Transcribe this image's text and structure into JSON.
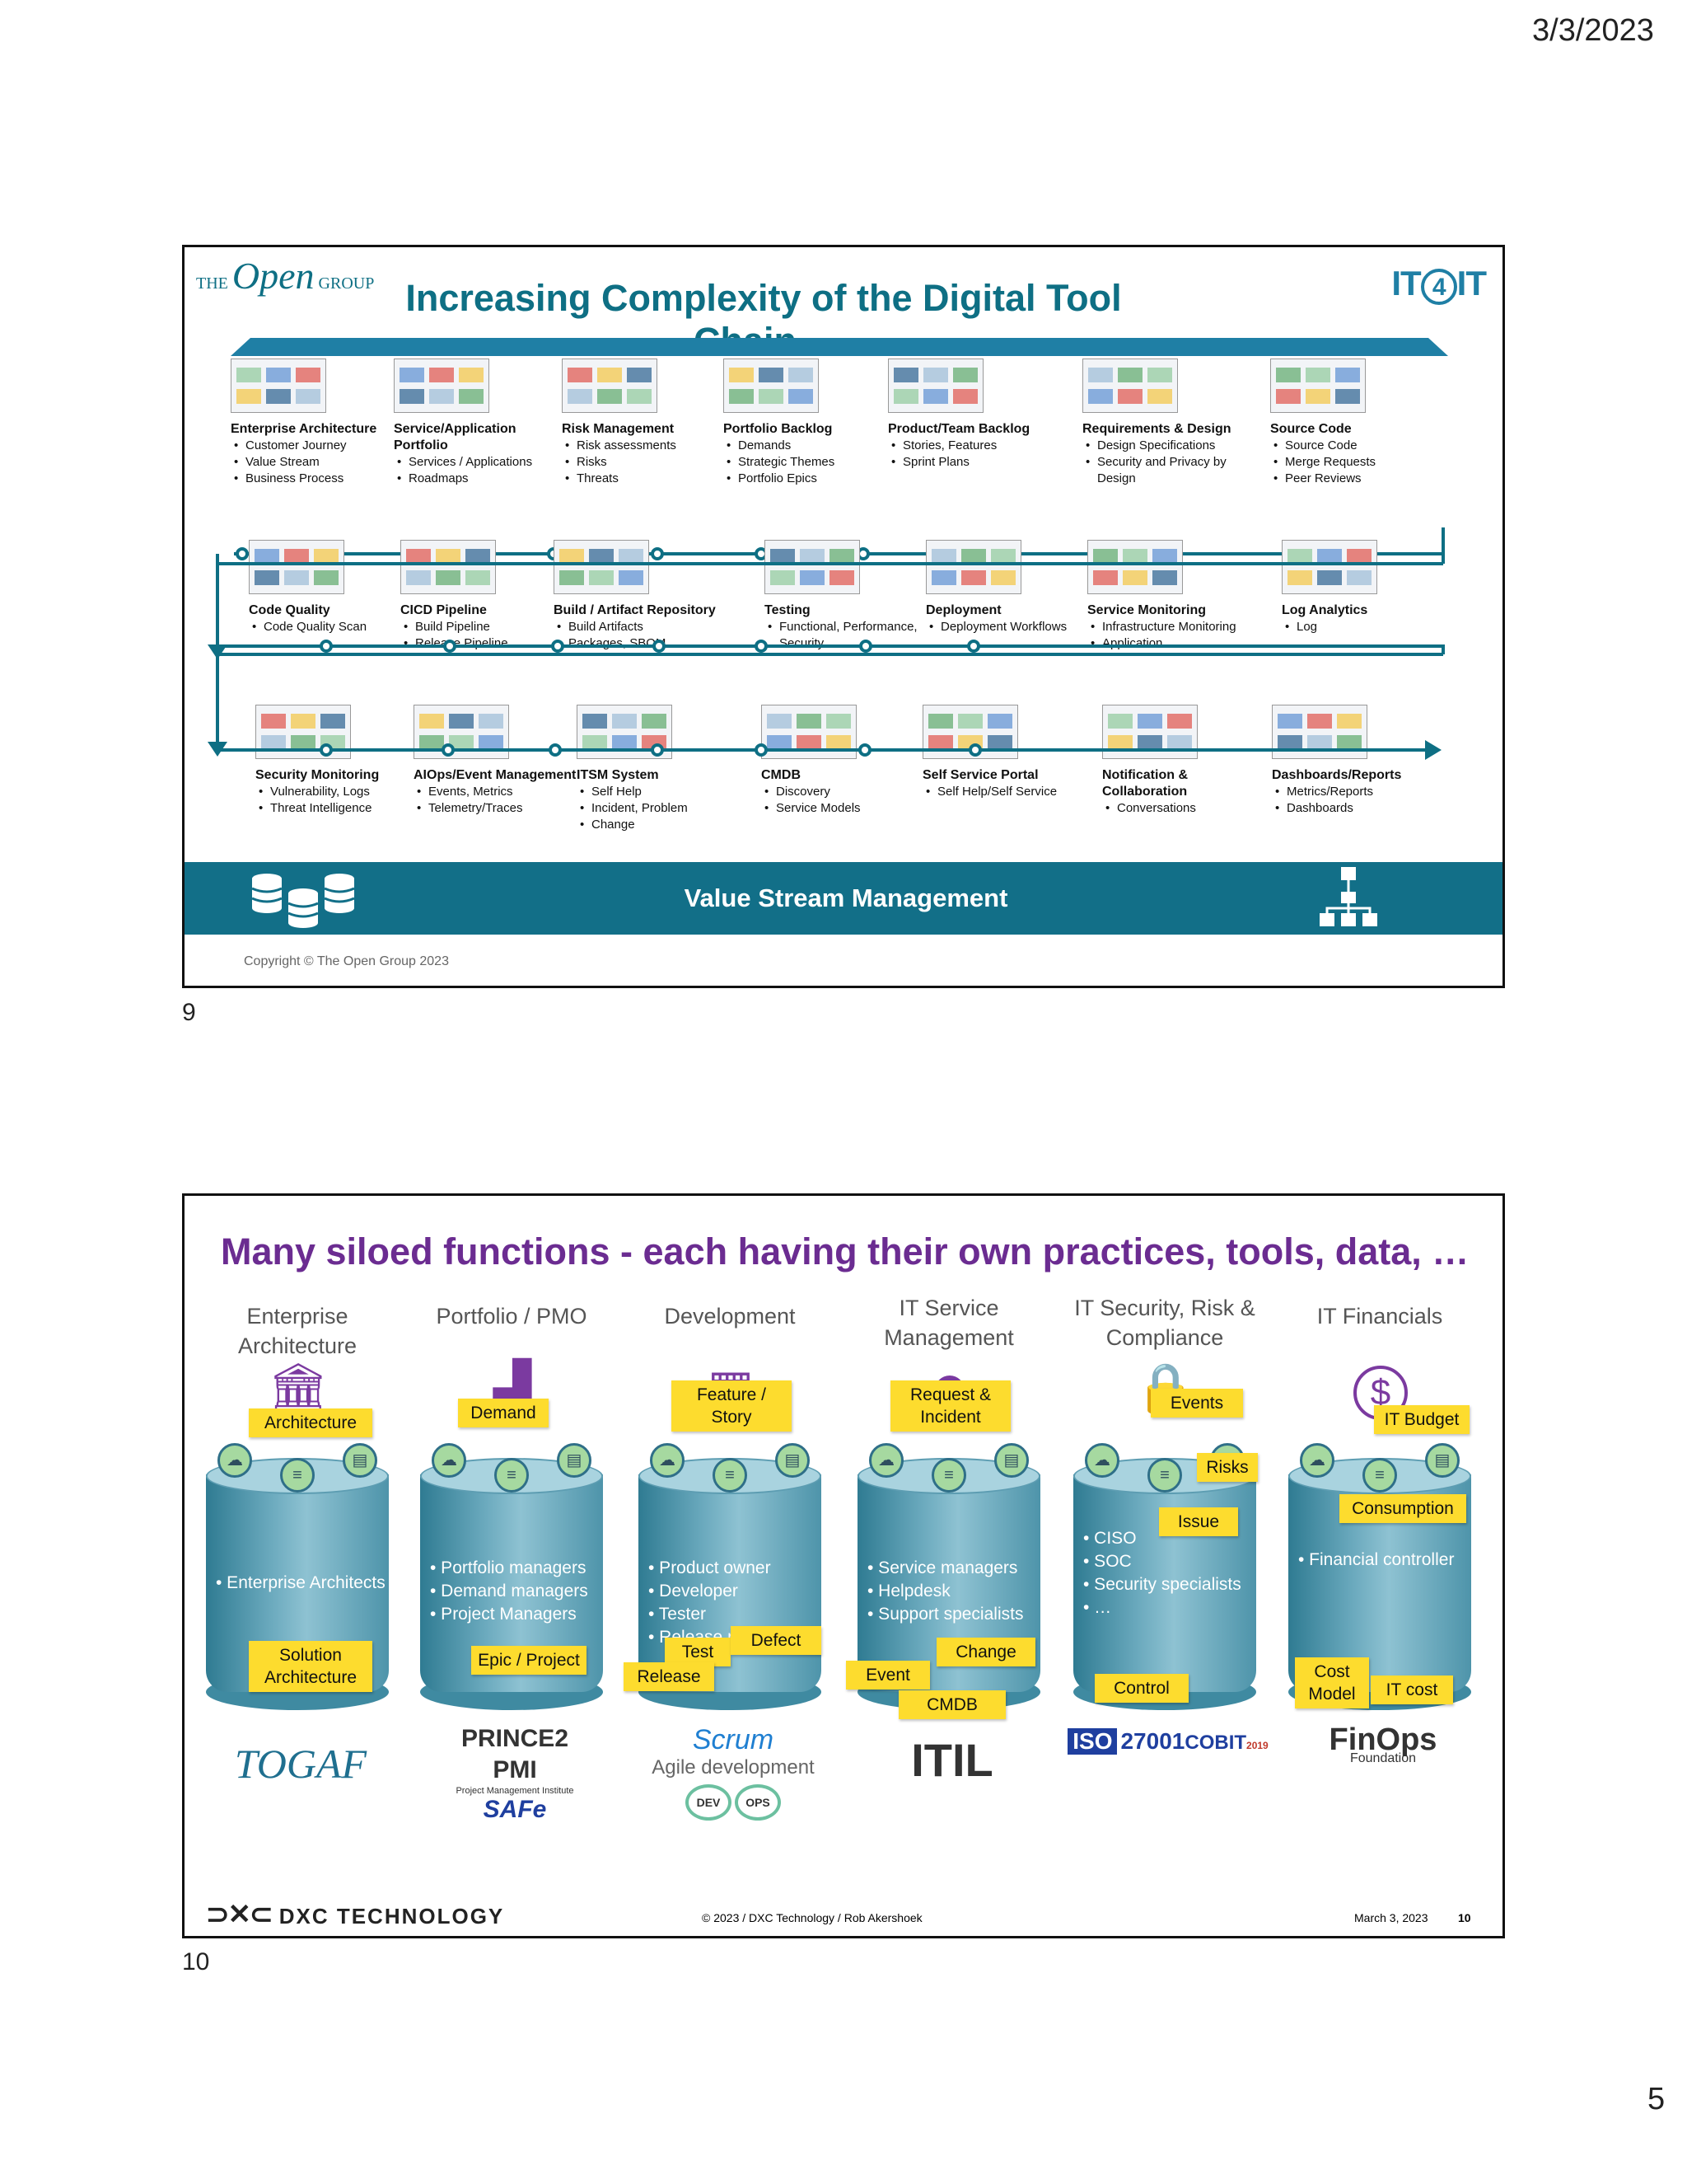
{
  "page": {
    "date": "3/3/2023",
    "page_number": "5"
  },
  "slide1": {
    "number": "9",
    "logo_left": "THE Open GROUP",
    "logo_left_parts": {
      "the": "THE",
      "open": "Open",
      "group": "GROUP"
    },
    "logo_right": "IT4IT",
    "title": "Increasing Complexity of the Digital Tool Chain…",
    "rows": [
      [
        {
          "name": "Enterprise Architecture",
          "items": [
            "Customer Journey",
            "Value Stream",
            "Business Process"
          ]
        },
        {
          "name": "Service/Application Portfolio",
          "items": [
            "Services / Applications",
            "Roadmaps"
          ]
        },
        {
          "name": "Risk Management",
          "items": [
            "Risk assessments",
            "Risks",
            "Threats"
          ]
        },
        {
          "name": "Portfolio Backlog",
          "items": [
            "Demands",
            "Strategic Themes",
            "Portfolio Epics"
          ]
        },
        {
          "name": "Product/Team Backlog",
          "items": [
            "Stories, Features",
            "Sprint Plans"
          ]
        },
        {
          "name": "Requirements & Design",
          "items": [
            "Design Specifications",
            "Security and Privacy by Design"
          ]
        },
        {
          "name": "Source Code",
          "items": [
            "Source Code",
            "Merge Requests",
            "Peer Reviews"
          ]
        }
      ],
      [
        {
          "name": "Code Quality",
          "items": [
            "Code Quality Scan"
          ]
        },
        {
          "name": "CICD Pipeline",
          "items": [
            "Build Pipeline",
            "Release Pipeline"
          ]
        },
        {
          "name": "Build / Artifact Repository",
          "items": [
            "Build Artifacts",
            "Packages, SBOM"
          ]
        },
        {
          "name": "Testing",
          "items": [
            "Functional, Performance, Security"
          ]
        },
        {
          "name": "Deployment",
          "items": [
            "Deployment Workflows"
          ]
        },
        {
          "name": "Service Monitoring",
          "items": [
            "Infrastructure Monitoring",
            "Application"
          ]
        },
        {
          "name": "Log Analytics",
          "items": [
            "Log"
          ]
        }
      ],
      [
        {
          "name": "Security Monitoring",
          "items": [
            "Vulnerability, Logs",
            "Threat Intelligence"
          ]
        },
        {
          "name": "AIOps/Event Management",
          "items": [
            "Events, Metrics",
            "Telemetry/Traces"
          ]
        },
        {
          "name": "ITSM System",
          "items": [
            "Self Help",
            "Incident, Problem",
            "Change"
          ]
        },
        {
          "name": "CMDB",
          "items": [
            "Discovery",
            "Service Models"
          ]
        },
        {
          "name": "Self Service Portal",
          "items": [
            "Self Help/Self Service"
          ]
        },
        {
          "name": "Notification & Collaboration",
          "items": [
            "Conversations"
          ]
        },
        {
          "name": "Dashboards/Reports",
          "items": [
            "Metrics/Reports",
            "Dashboards"
          ]
        }
      ]
    ],
    "bar_label": "Value Stream Management",
    "copyright": "Copyright © The Open Group 2023",
    "colors": {
      "accent": "#0e6f84",
      "bar": "#126f88"
    }
  },
  "slide2": {
    "number": "10",
    "title": "Many siloed functions - each having their own practices, tools, data, …",
    "columns": [
      {
        "head": "Enterprise Architecture",
        "icon": "building-icon",
        "people": [
          "Enterprise Architects"
        ],
        "stickies": [
          "Architecture",
          "Solution Architecture"
        ],
        "logos": [
          "TOGAF"
        ]
      },
      {
        "head": "Portfolio / PMO",
        "icon": "stairs-icon",
        "people": [
          "Portfolio managers",
          "Demand managers",
          "Project Managers"
        ],
        "stickies": [
          "Demand",
          "Epic / Project"
        ],
        "logos": [
          "PRINCE2",
          "PMI",
          "Project Management Institute",
          "SAFe"
        ]
      },
      {
        "head": "Development",
        "icon": "bricks-icon",
        "people": [
          "Product owner",
          "Developer",
          "Tester",
          "Release manager"
        ],
        "stickies": [
          "Feature / Story",
          "Test",
          "Defect",
          "Release"
        ],
        "logos": [
          "Scrum",
          "Agile development",
          "DEV",
          "OPS"
        ]
      },
      {
        "head": "IT Service Management",
        "icon": "helpdesk-icon",
        "people": [
          "Service managers",
          "Helpdesk",
          "Support specialists"
        ],
        "stickies": [
          "Request & Incident",
          "Change",
          "Event",
          "CMDB"
        ],
        "logos": [
          "ITIL"
        ]
      },
      {
        "head": "IT Security, Risk & Compliance",
        "icon": "lock-icon",
        "people": [
          "CISO",
          "SOC",
          "Security specialists",
          "…"
        ],
        "stickies": [
          "Events",
          "Risks",
          "Issue",
          "Control"
        ],
        "logos": [
          "ISO",
          "27001",
          "COBIT",
          "2019"
        ]
      },
      {
        "head": "IT Financials",
        "icon": "dollar-icon",
        "people": [
          "Financial controller"
        ],
        "stickies": [
          "IT Budget",
          "Consumption",
          "Cost Model",
          "IT cost"
        ],
        "logos": [
          "FinOps",
          "Foundation"
        ]
      }
    ],
    "footer": {
      "company": "DXC TECHNOLOGY",
      "copyright": "© 2023 / DXC Technology / Rob Akershoek",
      "date": "March 3, 2023",
      "page": "10"
    },
    "colors": {
      "title": "#6b2c91",
      "sticky": "#fddc2e",
      "cylinder": "#5aa0b6"
    }
  }
}
